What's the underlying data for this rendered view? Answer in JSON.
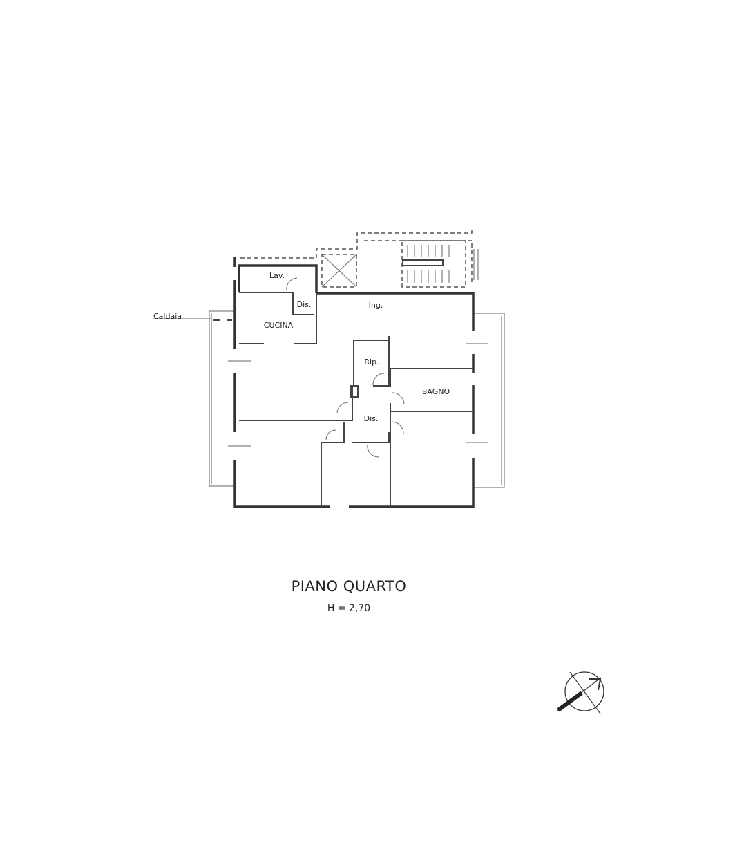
{
  "plan": {
    "rooms": {
      "lav": "Lav.",
      "dis_small": "Dis.",
      "ingresso": "Ing.",
      "cucina": "CUCINA",
      "ripostiglio": "Rip.",
      "bagno": "BAGNO",
      "disimpegno": "Dis."
    },
    "caldaia_label": "Caldaia"
  },
  "title": "PIANO QUARTO",
  "height_label": "H = 2,70",
  "north_arrow_icon": "compass-north-arrow"
}
